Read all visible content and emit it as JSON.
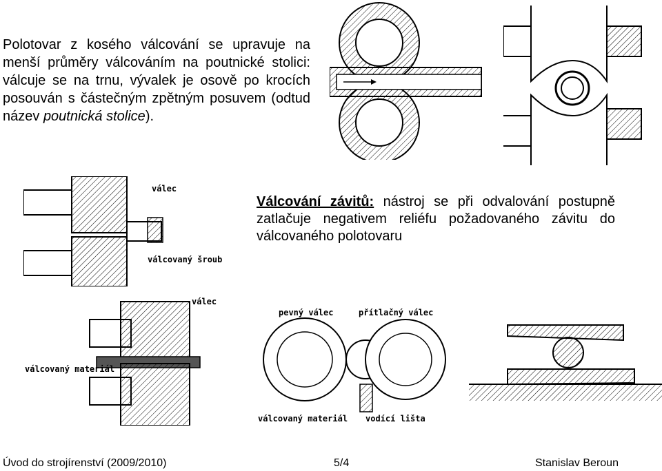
{
  "intro": {
    "text_before": "Polotovar z kosého válcování se upravuje na menší průměry válcováním na poutnické stolici: válcuje se na trnu, vývalek je osově po krocích posouván s částečným zpětným posuvem (odtud název ",
    "text_italic": "poutnická stolice",
    "text_after": ")."
  },
  "thread_rolling": {
    "heading": "Válcování závitů:",
    "body": " nástroj se při odvalování postupně zatlačuje negativem reliéfu požadovaného závitu do válcovaného polotovaru"
  },
  "figures": {
    "thread_rolling_1": {
      "label_roll": "válec",
      "label_screw": "válcovaný šroub"
    },
    "thread_rolling_2": {
      "label_roll": "válec",
      "label_material": "válcovaný materiál"
    },
    "roll_pair": {
      "label_fixed": "pevný válec",
      "label_pressure": "přítlačný válec",
      "label_material": "válcovaný materiál",
      "label_guide": "vodící lišta"
    }
  },
  "footer": {
    "left": "Úvod do strojírenství (2009/2010)",
    "page": "5/4",
    "author": "Stanislav Beroun"
  }
}
